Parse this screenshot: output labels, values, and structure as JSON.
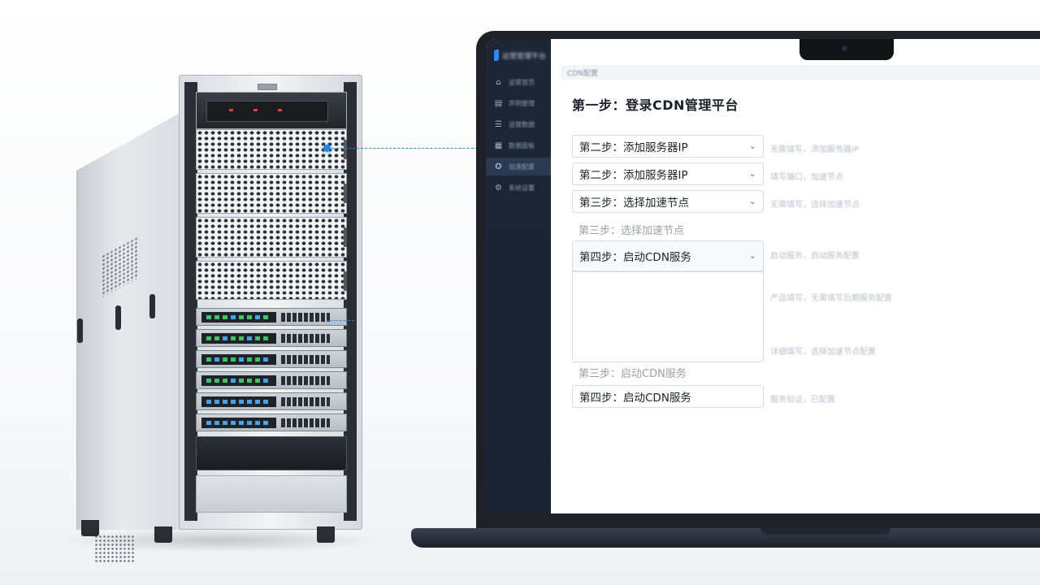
{
  "app": {
    "logo_text": "运营管理平台",
    "breadcrumb": "CDN配置"
  },
  "sidebar": {
    "items": [
      {
        "label": "运营首页",
        "icon": "home-icon"
      },
      {
        "label": "声明管理",
        "icon": "document-icon"
      },
      {
        "label": "运营数据",
        "icon": "list-icon"
      },
      {
        "label": "数据面板",
        "icon": "chart-icon"
      },
      {
        "label": "加速配置",
        "icon": "gear-icon",
        "active": true
      },
      {
        "label": "系统设置",
        "icon": "settings-icon"
      }
    ]
  },
  "main": {
    "title": "第一步：登录CDN管理平台",
    "steps": [
      {
        "label": "第二步：添加服务器IP",
        "helper": "无需填写，添加服务器IP",
        "type": "select"
      },
      {
        "label": "第二步：添加服务器IP",
        "helper": "填写端口，加速节点",
        "type": "select"
      },
      {
        "label": "第三步：选择加速节点",
        "helper": "无需填写，选择加速节点",
        "type": "select"
      },
      {
        "label": "第三步：选择加速节点",
        "helper": "",
        "type": "plain"
      },
      {
        "label": "第四步：启动CDN服务",
        "helper": "启动服务，启动服务配置",
        "type": "select-open"
      },
      {
        "label": "第三步：启动CDN服务",
        "helper": "",
        "type": "plain"
      },
      {
        "label": "第四步：启动CDN服务",
        "helper": "服务验证，已配置",
        "type": "input"
      }
    ],
    "textarea_helpers": [
      "产品填写，无需填写后期服务配置",
      "详细填写，选择加速节点配置"
    ]
  },
  "colors": {
    "accent": "#1e88e5",
    "sidebar_bg": "#1d2737",
    "sidebar_active": "#2a3a52"
  }
}
